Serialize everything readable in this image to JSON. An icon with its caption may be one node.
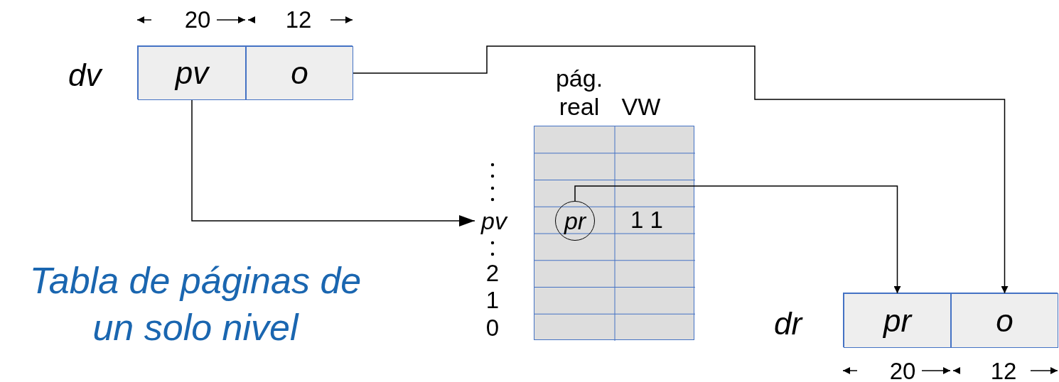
{
  "diagram": {
    "title": "Tabla de páginas de un solo nivel",
    "nodes": [
      {
        "text": [],
        "shape": "box",
        "beside": [
          "dv"
        ]
      },
      {
        "text": [
          "pv"
        ],
        "in": 0
      },
      {
        "text": [
          "o"
        ],
        "in": 0
      },
      {
        "text": [
          "pág. real",
          "VW"
        ]
      },
      {
        "text": [
          "pv"
        ]
      },
      {
        "text": [
          "pr"
        ],
        "in": 3
      },
      {
        "text": [],
        "shape": "box",
        "beside": [
          "dr"
        ]
      },
      {
        "text": [
          "pr"
        ],
        "in": 6
      },
      {
        "text": [
          "o"
        ],
        "in": 6
      }
    ],
    "edges": [
      {
        "from": 1,
        "to": 4,
        "arrow": "to"
      },
      {
        "from": 2,
        "to": 8,
        "arrow": "to"
      },
      {
        "from": 5,
        "to": 7,
        "arrow": "to"
      }
    ],
    "labels": [
      "20",
      "12",
      "1 1",
      "2",
      "1",
      "0",
      "20",
      "12"
    ]
  }
}
